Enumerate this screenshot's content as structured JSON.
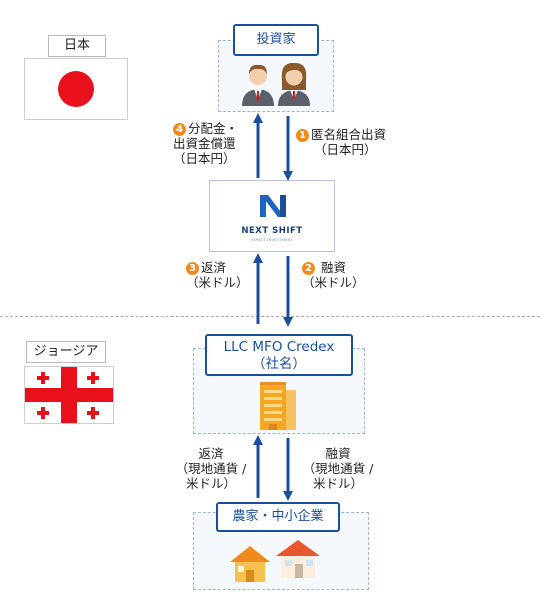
{
  "japan": {
    "label": "日本"
  },
  "georgia": {
    "label": "ジョージア"
  },
  "investors": {
    "title": "投資家"
  },
  "nextshift": {
    "name": "NEXT SHIFT",
    "sub": "IMPACT INVESTMENT"
  },
  "credex": {
    "title_line1": "LLC MFO Credex",
    "title_line2": "（社名）"
  },
  "farmers": {
    "title": "農家・中小企業"
  },
  "flows": {
    "f1": {
      "num": "1",
      "line1": "匿名組合出資",
      "line2": "（日本円）"
    },
    "f4": {
      "num": "4",
      "line1": "分配金・",
      "line2": "出資金償還",
      "line3": "（日本円）"
    },
    "f2": {
      "num": "2",
      "line1": "融資",
      "line2": "（米ドル）"
    },
    "f3": {
      "num": "3",
      "line1": "返済",
      "line2": "（米ドル）"
    },
    "f5": {
      "line1": "返済",
      "line2": "（現地通貨 /",
      "line3": "米ドル）"
    },
    "f6": {
      "line1": "融資",
      "line2": "（現地通貨 /",
      "line3": "米ドル）"
    }
  },
  "colors": {
    "arrow": "#1b4f9c",
    "accent_orange": "#f08a1c",
    "japan_red": "#e8101a",
    "georgia_red": "#e8101a"
  }
}
